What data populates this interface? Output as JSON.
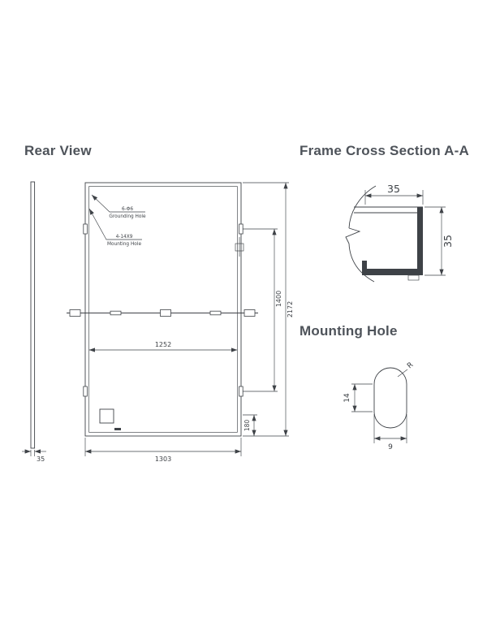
{
  "colors": {
    "line": "#3e4247",
    "heading": "#4e535a"
  },
  "rear_view": {
    "title": "Rear View",
    "callouts": {
      "grounding_line1": "6-Φ6",
      "grounding_line2": "Grounding Hole",
      "mounting_line1": "4-14X9",
      "mounting_line2": "Mounting Hole"
    },
    "dims": {
      "frame_thickness": "35",
      "inner_width": "1252",
      "mount_spacing": "1400",
      "panel_length": "2172",
      "bottom_offset": "180",
      "panel_width": "1303"
    }
  },
  "frame_cross_section": {
    "title": "Frame Cross Section A-A",
    "dims": {
      "flange_width": "35",
      "section_height": "35"
    }
  },
  "mounting_hole": {
    "title": "Mounting Hole",
    "dims": {
      "slot_length": "14",
      "slot_width": "9",
      "radius": "R"
    }
  }
}
